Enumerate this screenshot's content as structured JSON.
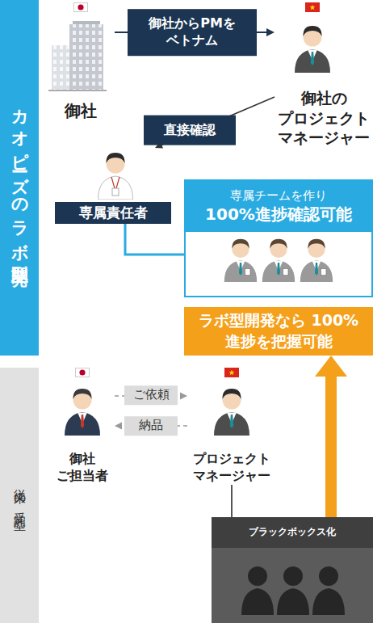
{
  "diagram": {
    "nodes": [
      {
        "text": [
          "カオピーズのラボ型開発"
        ]
      },
      {
        "text": [
          "御社"
        ]
      },
      {
        "text": [
          "御社の プロジェクト マネージャー"
        ]
      },
      {
        "text": [
          "専属責任者"
        ]
      },
      {
        "text": [
          "専属チームを作り",
          "100%進捗確認可能"
        ]
      },
      {
        "text": [
          "ラボ型開発なら 100%進捗を把握可能"
        ]
      },
      {
        "text": [
          "従来の受託型"
        ]
      },
      {
        "text": [
          "御社 ご担当者"
        ]
      },
      {
        "text": [
          "プロジェクト マネージャー"
        ]
      },
      {
        "text": [
          "ブラックボックス化"
        ]
      }
    ],
    "edges": [
      {
        "from": 1,
        "to": 2,
        "arrow": "to",
        "label": "御社からPMを ベトナム"
      },
      {
        "from": 2,
        "to": 3,
        "arrow": "to",
        "label": "直接確認"
      },
      {
        "from": 3,
        "to": 4,
        "arrow": "none"
      },
      {
        "from": 7,
        "to": 8,
        "arrow": "to",
        "label": "ご依頼"
      },
      {
        "from": 8,
        "to": 7,
        "arrow": "to",
        "label": "納品"
      },
      {
        "from": 8,
        "to": 9,
        "arrow": "none"
      },
      {
        "from": 9,
        "to": 5,
        "arrow": "to"
      }
    ]
  }
}
